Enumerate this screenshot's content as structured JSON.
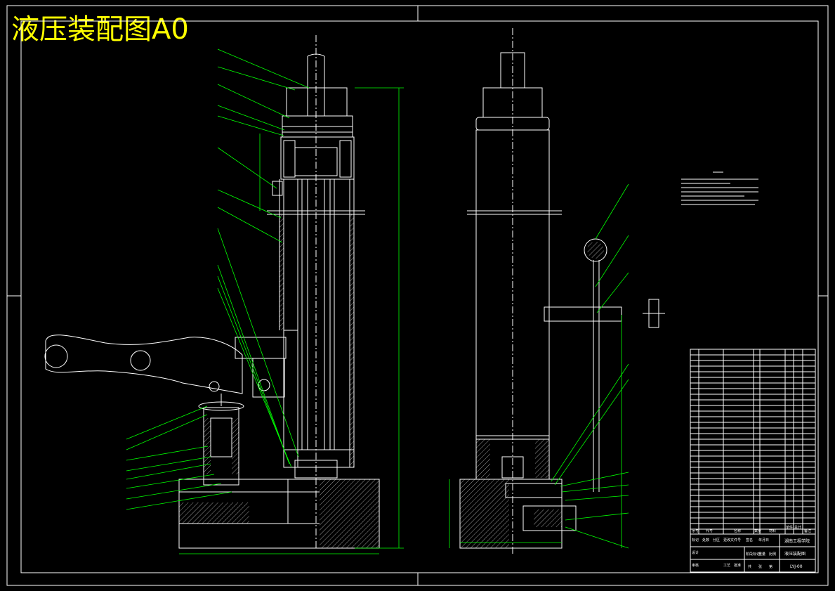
{
  "title": "液压装配图A0",
  "colors": {
    "background": "#000000",
    "title": "#ffff00",
    "lines": "#ffffff",
    "leaders": "#00ff00"
  },
  "title_block": {
    "header": [
      "序号",
      "代号",
      "名称",
      "数量",
      "材料",
      "单件",
      "总计",
      "备注"
    ],
    "school": "湖南工程学院",
    "drawing_name": "液压装配图",
    "drawing_no": "LYJ-00",
    "labels": [
      "标记",
      "处数",
      "分区",
      "更改文件号",
      "签名",
      "年月日",
      "阶段标记",
      "重量",
      "比例",
      "设计",
      "审核",
      "工艺",
      "批准",
      "共",
      "张",
      "第"
    ]
  }
}
